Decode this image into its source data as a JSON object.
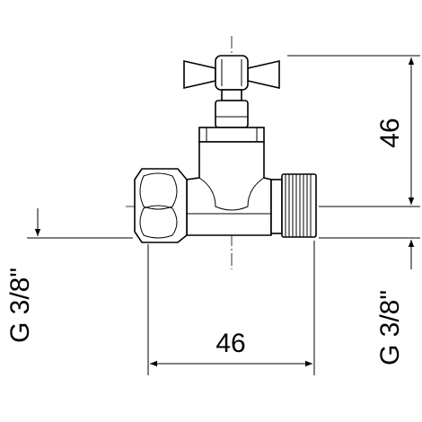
{
  "dimensions": {
    "height_label": "46",
    "width_label": "46",
    "thread_left_label": "G 3/8\"",
    "thread_right_label": "G 3/8\""
  },
  "colors": {
    "line": "#000000",
    "background": "#ffffff"
  }
}
